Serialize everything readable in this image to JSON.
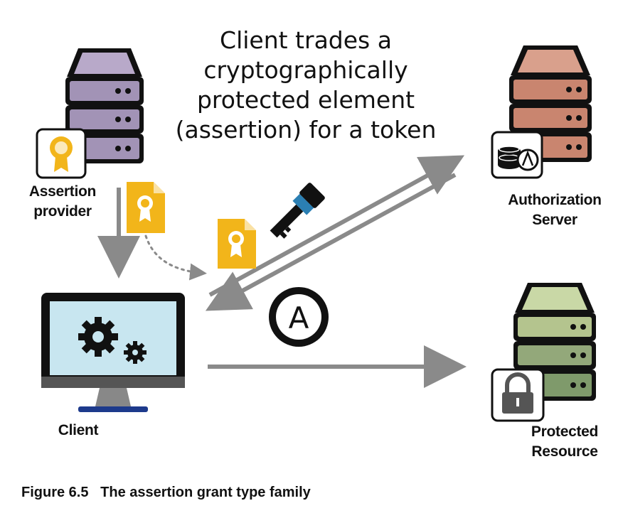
{
  "headline": {
    "line1": "Client trades a",
    "line2": "cryptographically",
    "line3": "protected element",
    "line4": "(assertion) for a token"
  },
  "labels": {
    "assertion_provider_1": "Assertion",
    "assertion_provider_2": "provider",
    "authorization_server_1": "Authorization",
    "authorization_server_2": "Server",
    "protected_resource_1": "Protected",
    "protected_resource_2": "Resource",
    "client": "Client"
  },
  "token_glyph": "A",
  "caption": {
    "figure": "Figure 6.5",
    "text": "The assertion grant type family"
  },
  "colors": {
    "arrow": "#8a8a8a",
    "provider_server": "#b8a9c9",
    "auth_server": "#d9a08c",
    "resource_server": "#c9d8a6",
    "certificate": "#f2b51a",
    "screen": "#c8e6f0",
    "stand": "#1d3a8c"
  },
  "icons": [
    "certificate-icon",
    "key-icon",
    "gear-icon",
    "lock-icon",
    "coin-stack-icon",
    "token-icon",
    "server-icon",
    "monitor-icon"
  ]
}
